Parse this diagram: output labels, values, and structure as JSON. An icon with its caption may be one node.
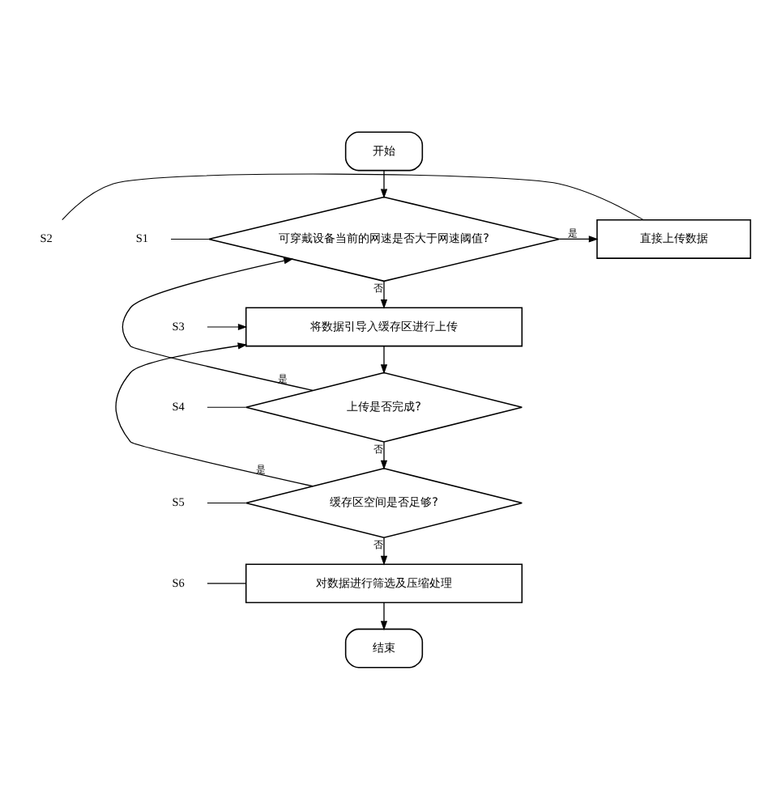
{
  "diagram": {
    "nodes": [
      {
        "text": [
          "开始"
        ]
      },
      {
        "text": [
          "可穿戴设备当前的网速是否大于网速阈值?"
        ]
      },
      {
        "text": [
          "直接上传数据"
        ]
      },
      {
        "text": [
          "将数据引导入缓存区进行上传"
        ]
      },
      {
        "text": [
          "上传是否完成?"
        ]
      },
      {
        "text": [
          "缓存区空间是否足够?"
        ]
      },
      {
        "text": [
          "对数据进行筛选及压缩处理"
        ]
      },
      {
        "text": [
          "结束"
        ]
      },
      {
        "text": [
          "S1"
        ]
      },
      {
        "text": [
          "S2"
        ]
      },
      {
        "text": [
          "S3"
        ]
      },
      {
        "text": [
          "S4"
        ]
      },
      {
        "text": [
          "S5"
        ]
      },
      {
        "text": [
          "S6"
        ]
      }
    ],
    "edges": [
      {
        "from": 0,
        "to": 1,
        "arrow": "to"
      },
      {
        "from": 1,
        "to": 2,
        "arrow": "to",
        "label": "是"
      },
      {
        "from": 1,
        "to": 3,
        "arrow": "to",
        "label": "否"
      },
      {
        "from": 3,
        "to": 4,
        "arrow": "to"
      },
      {
        "from": 4,
        "to": 1,
        "arrow": "to",
        "label": "是"
      },
      {
        "from": 4,
        "to": 5,
        "arrow": "to",
        "label": "否"
      },
      {
        "from": 5,
        "to": 3,
        "arrow": "to",
        "label": "是"
      },
      {
        "from": 5,
        "to": 6,
        "arrow": "to",
        "label": "否"
      },
      {
        "from": 6,
        "to": 7,
        "arrow": "to"
      },
      {
        "from": 8,
        "to": 1,
        "arrow": "none"
      },
      {
        "from": 9,
        "to": 2,
        "arrow": "none"
      },
      {
        "from": 10,
        "to": 3,
        "arrow": "to"
      },
      {
        "from": 11,
        "to": 4,
        "arrow": "none"
      },
      {
        "from": 12,
        "to": 5,
        "arrow": "none"
      },
      {
        "from": 13,
        "to": 6,
        "arrow": "none"
      }
    ]
  }
}
